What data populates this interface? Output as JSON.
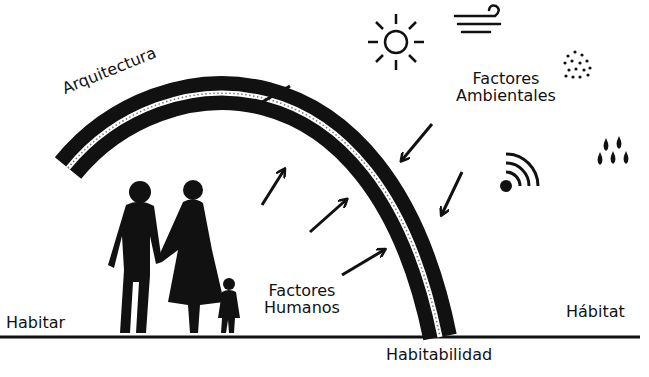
{
  "diagram": {
    "labels": [
      "Arquitectura",
      "Factores Ambientales",
      "Factores Humanos",
      "Habitar",
      "Hábitat",
      "Habitabilidad"
    ]
  }
}
